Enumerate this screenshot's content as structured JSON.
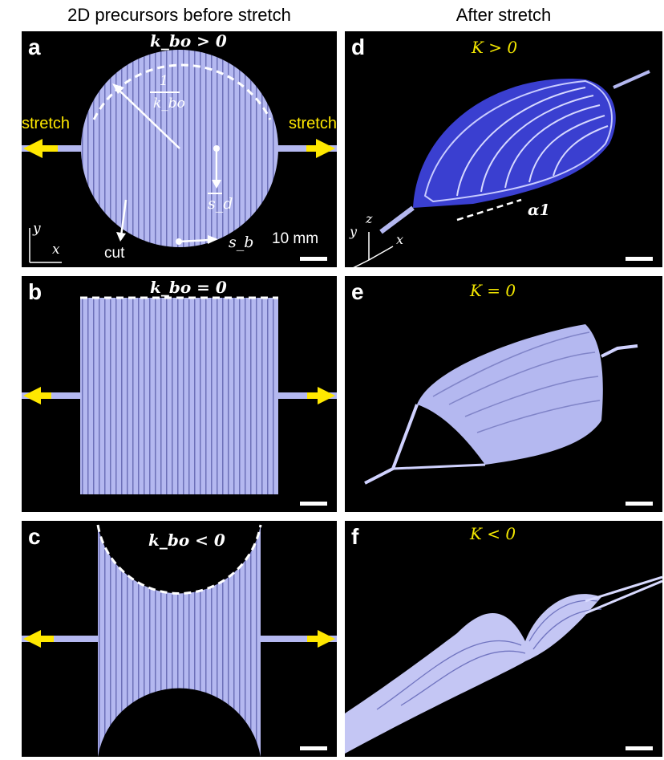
{
  "columns": {
    "left_title": "2D precursors before stretch",
    "right_title": "After stretch"
  },
  "panels": {
    "a": {
      "label": "a",
      "condition": "k_bo > 0",
      "stretch_left": "stretch",
      "stretch_right": "stretch",
      "radius_num": "1",
      "radius_den": "k_bo",
      "s_d": "s_d",
      "s_b": "s_b",
      "cut": "cut",
      "scale": "10 mm",
      "axis_x": "x",
      "axis_y": "y"
    },
    "b": {
      "label": "b",
      "condition": "k_bo = 0"
    },
    "c": {
      "label": "c",
      "condition": "k_bo < 0"
    },
    "d": {
      "label": "d",
      "condition": "K > 0",
      "angle": "α1",
      "axis_x": "x",
      "axis_y": "y",
      "axis_z": "z"
    },
    "e": {
      "label": "e",
      "condition": "K = 0"
    },
    "f": {
      "label": "f",
      "condition": "K < 0"
    }
  },
  "colors": {
    "specimen": "#b4b8f0",
    "arrow": "#ffe800",
    "background": "#000000"
  }
}
